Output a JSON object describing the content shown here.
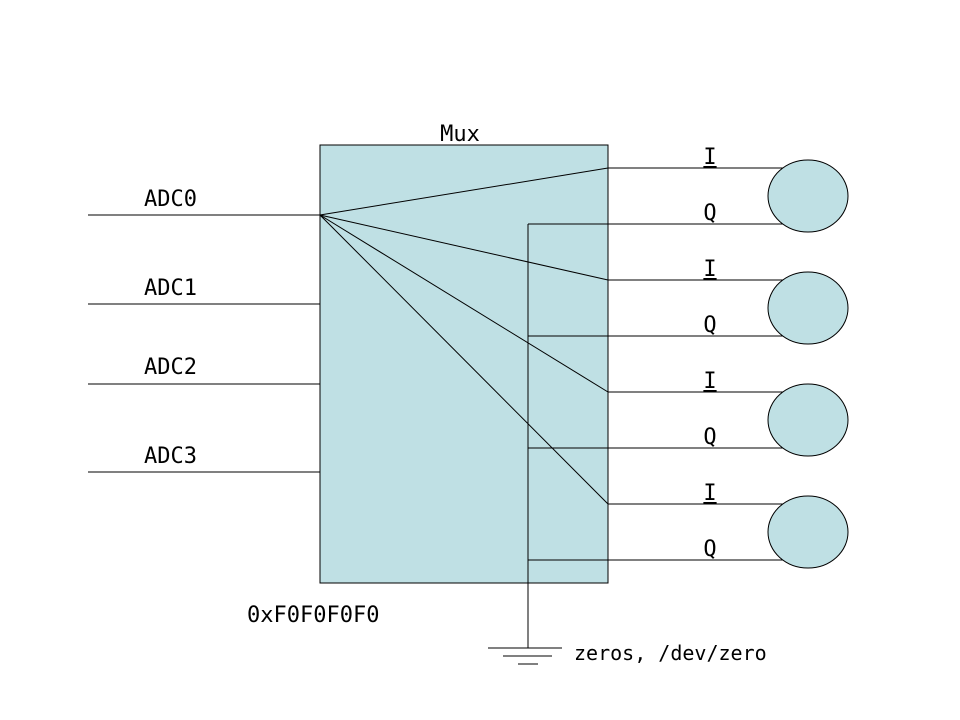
{
  "diagram": {
    "mux_label": "Mux",
    "mux_value": "0xF0F0F0F0",
    "ground_label": "zeros, /dev/zero",
    "inputs": [
      "ADC0",
      "ADC1",
      "ADC2",
      "ADC3"
    ],
    "channels": [
      {
        "i_label": "I",
        "q_label": "Q"
      },
      {
        "i_label": "I",
        "q_label": "Q"
      },
      {
        "i_label": "I",
        "q_label": "Q"
      },
      {
        "i_label": "I",
        "q_label": "Q"
      }
    ],
    "colors": {
      "block_fill": "#bfe0e4",
      "circle_fill": "#bfe0e4",
      "line": "#000000"
    }
  }
}
